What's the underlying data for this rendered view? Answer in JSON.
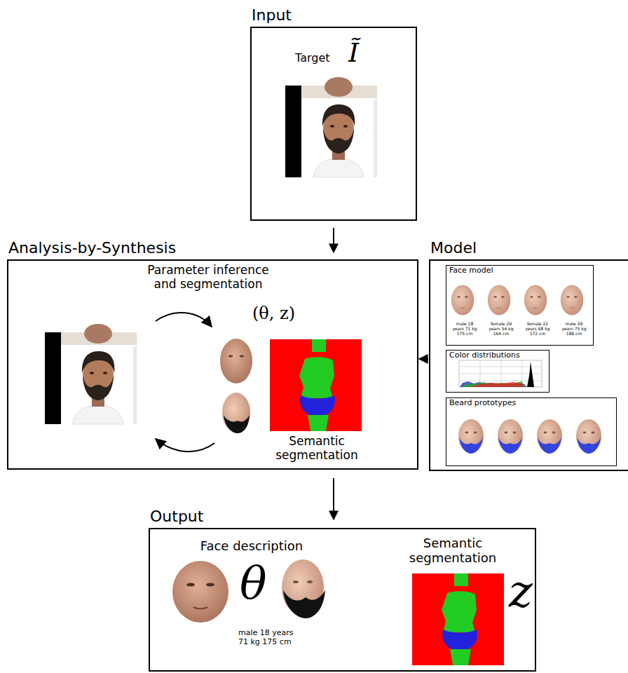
{
  "diagram": {
    "nodes": [
      {
        "text": [
          "Input",
          "Target",
          "Ĩ"
        ]
      },
      {
        "text": [
          "Analysis-by-Synthesis",
          "Parameter inference and segmentation",
          "(θ, z)",
          "Semantic segmentation"
        ]
      },
      {
        "text": [
          "Model"
        ]
      },
      {
        "text": [
          "Face model",
          "male 18 years 71 kg 175 cm",
          "female 29 years 54 kg 164 cm",
          "female 22 years 68 kg 172 cm",
          "male 39 years 75 kg 188 cm"
        ],
        "in": 2
      },
      {
        "text": [
          "Color distributions"
        ],
        "in": 2
      },
      {
        "text": [
          "Beard prototypes"
        ],
        "in": 2
      },
      {
        "text": [
          "Output",
          "Face description",
          "θ",
          "male 18 years 71 kg 175 cm",
          "Semantic segmentation",
          "z"
        ]
      }
    ],
    "edges": [
      {
        "from": 0,
        "to": 1,
        "arrow": "to"
      },
      {
        "from": 2,
        "to": 1,
        "arrow": "to"
      },
      {
        "from": 1,
        "to": 6,
        "arrow": "to"
      }
    ]
  }
}
